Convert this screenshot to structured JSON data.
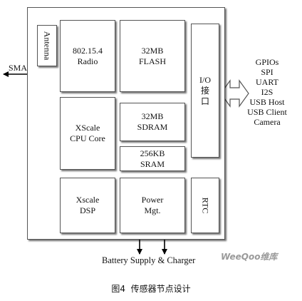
{
  "blocks": {
    "antenna": "Antenna",
    "radio": [
      "802.15.4",
      "Radio"
    ],
    "flash": [
      "32MB",
      "FLASH"
    ],
    "io": [
      "I/O",
      "接",
      "口"
    ],
    "cpu": [
      "XScale",
      "CPU Core"
    ],
    "sdram": [
      "32MB",
      "SDRAM"
    ],
    "sram": [
      "256KB",
      "SRAM"
    ],
    "dsp": [
      "Xscale",
      "DSP"
    ],
    "power": [
      "Power",
      "Mgt."
    ],
    "rtc": "RTC"
  },
  "labels": {
    "sma": "SMA",
    "interfaces": [
      "GPIOs",
      "SPI",
      "UART",
      "I2S",
      "USB Host",
      "USB Client",
      "Camera"
    ],
    "battery": "Battery Supply & Charger",
    "watermark": "WeeQoo维库",
    "caption": "图4  传感器节点设计"
  }
}
